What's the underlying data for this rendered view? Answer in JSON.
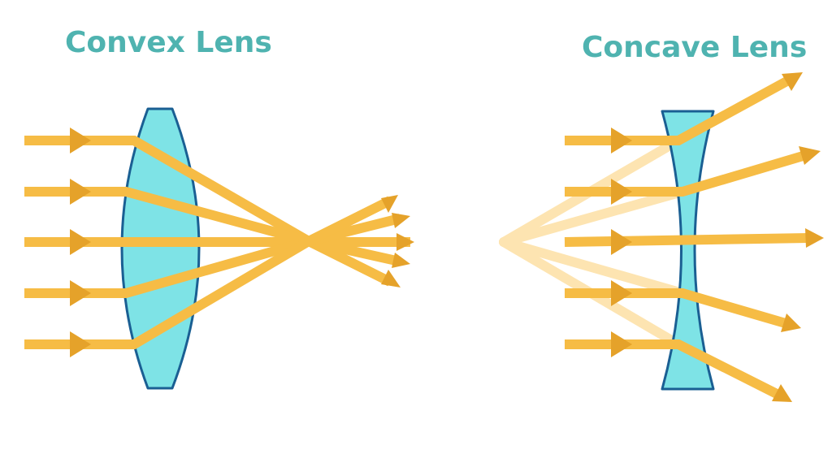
{
  "diagram": {
    "convex": {
      "title": "Convex Lens"
    },
    "concave": {
      "title": "Concave Lens"
    },
    "colors": {
      "title": "#4fb3b0",
      "lens_fill": "#7ee3e6",
      "lens_stroke": "#1a5f93",
      "ray": "#f6bc45",
      "arrow": "#e5a22a",
      "virtual_ray": "#fde3ad"
    },
    "icons": {
      "convex_lens": "biconvex-lens-shape",
      "concave_lens": "biconcave-lens-shape",
      "ray_arrow": "triangle-arrowhead"
    }
  }
}
